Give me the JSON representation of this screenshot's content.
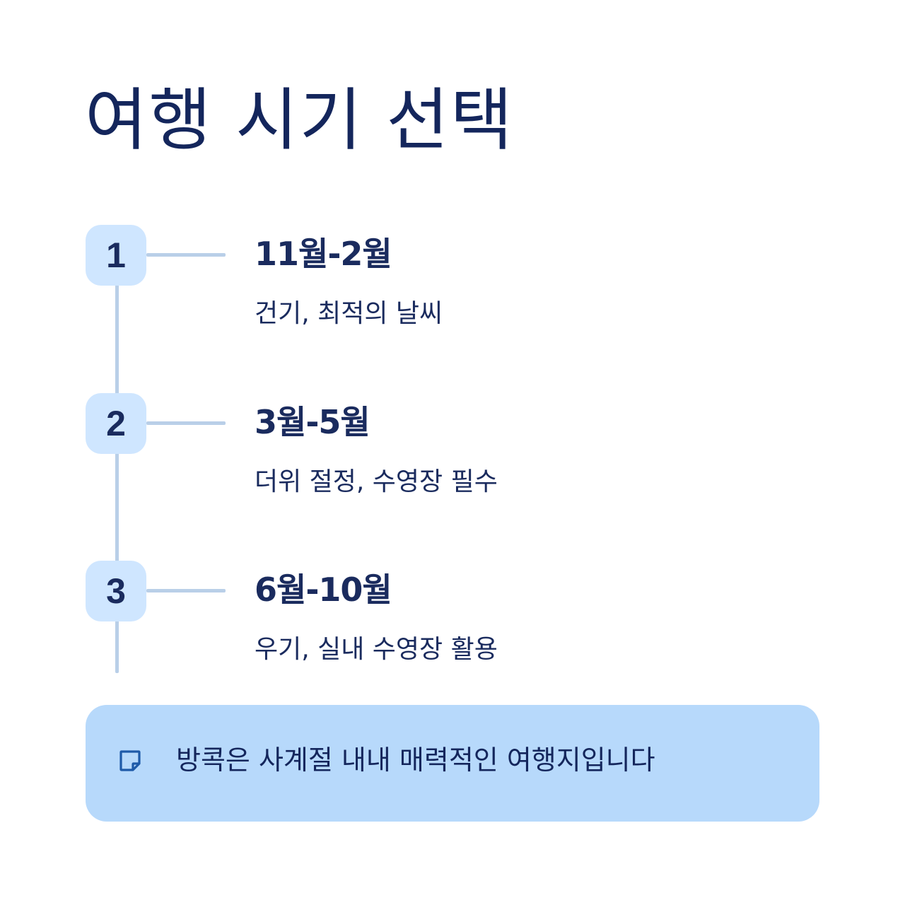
{
  "title": "여행 시기 선택",
  "steps": [
    {
      "number": "1",
      "heading": "11월-2월",
      "description": "건기, 최적의 날씨"
    },
    {
      "number": "2",
      "heading": "3월-5월",
      "description": "더위 절정, 수영장 필수"
    },
    {
      "number": "3",
      "heading": "6월-10월",
      "description": "우기, 실내 수영장 활용"
    }
  ],
  "note": {
    "icon": "sticky-note-icon",
    "text": "방콕은 사계절 내내 매력적인 여행지입니다"
  },
  "colors": {
    "title": "#14265c",
    "text": "#1a2b5e",
    "badge_bg": "#cfe6ff",
    "line": "#b9cfe8",
    "note_bg": "#b7d9fb",
    "icon": "#1e5aa8"
  }
}
